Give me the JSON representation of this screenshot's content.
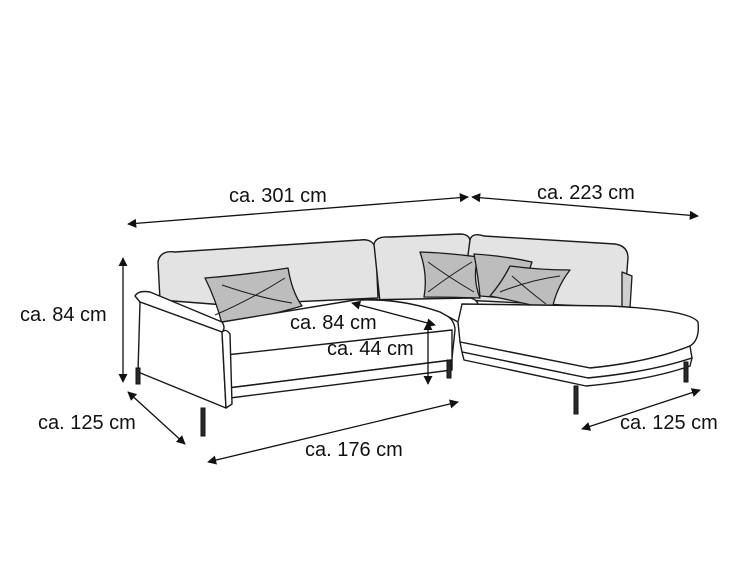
{
  "dimensions": {
    "width_left": "ca. 301 cm",
    "width_right": "ca. 223 cm",
    "height": "ca. 84 cm",
    "inner_depth": "ca. 84 cm",
    "seat_height": "ca. 44 cm",
    "depth_left": "ca. 125 cm",
    "front_width": "ca. 176 cm",
    "depth_right": "ca. 125 cm"
  },
  "colors": {
    "line": "#1a1a1a",
    "fabric_light": "#e3e3e3",
    "fabric_dark": "#cfcfcf",
    "pillow": "#bdbdbd"
  }
}
